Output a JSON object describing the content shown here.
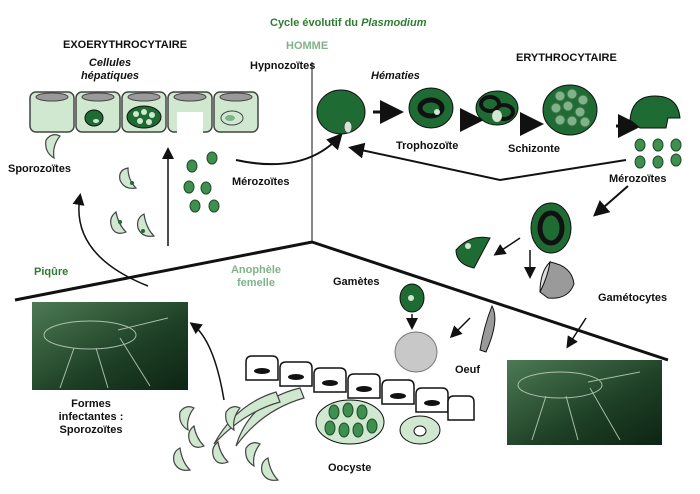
{
  "title": {
    "prefix": "Cycle évolutif du ",
    "genus": "Plasmodium"
  },
  "host_label": "HOMME",
  "sections": {
    "exo": "EXOERYTHROCYTAIRE",
    "ery": "ERYTHROCYTAIRE"
  },
  "labels": {
    "liver_cells_1": "Cellules",
    "liver_cells_2": "hépatiques",
    "hypnozoites": "Hypnozoïtes",
    "hematies": "Hématies",
    "sporozoites": "Sporozoïtes",
    "merozoites_left": "Mérozoïtes",
    "trophozoite": "Trophozoïte",
    "schizonte": "Schizonte",
    "merozoites_right": "Mérozoïtes",
    "piqure": "Piqûre",
    "anophele_1": "Anophèle",
    "anophele_2": "femelle",
    "gametes": "Gamètes",
    "gametocytes": "Gamétocytes",
    "oeuf": "Oeuf",
    "formes_1": "Formes",
    "formes_2": "infectantes :",
    "formes_3": "Sporozoïtes",
    "oocyste": "Oocyste"
  },
  "colors": {
    "dark_green": "#1f6b34",
    "mid_green": "#3f8f4f",
    "light_green": "#cfe8cf",
    "gray": "#b3b3b3",
    "label_green": "#2e7d32",
    "label_light_green": "#7fb38a"
  }
}
